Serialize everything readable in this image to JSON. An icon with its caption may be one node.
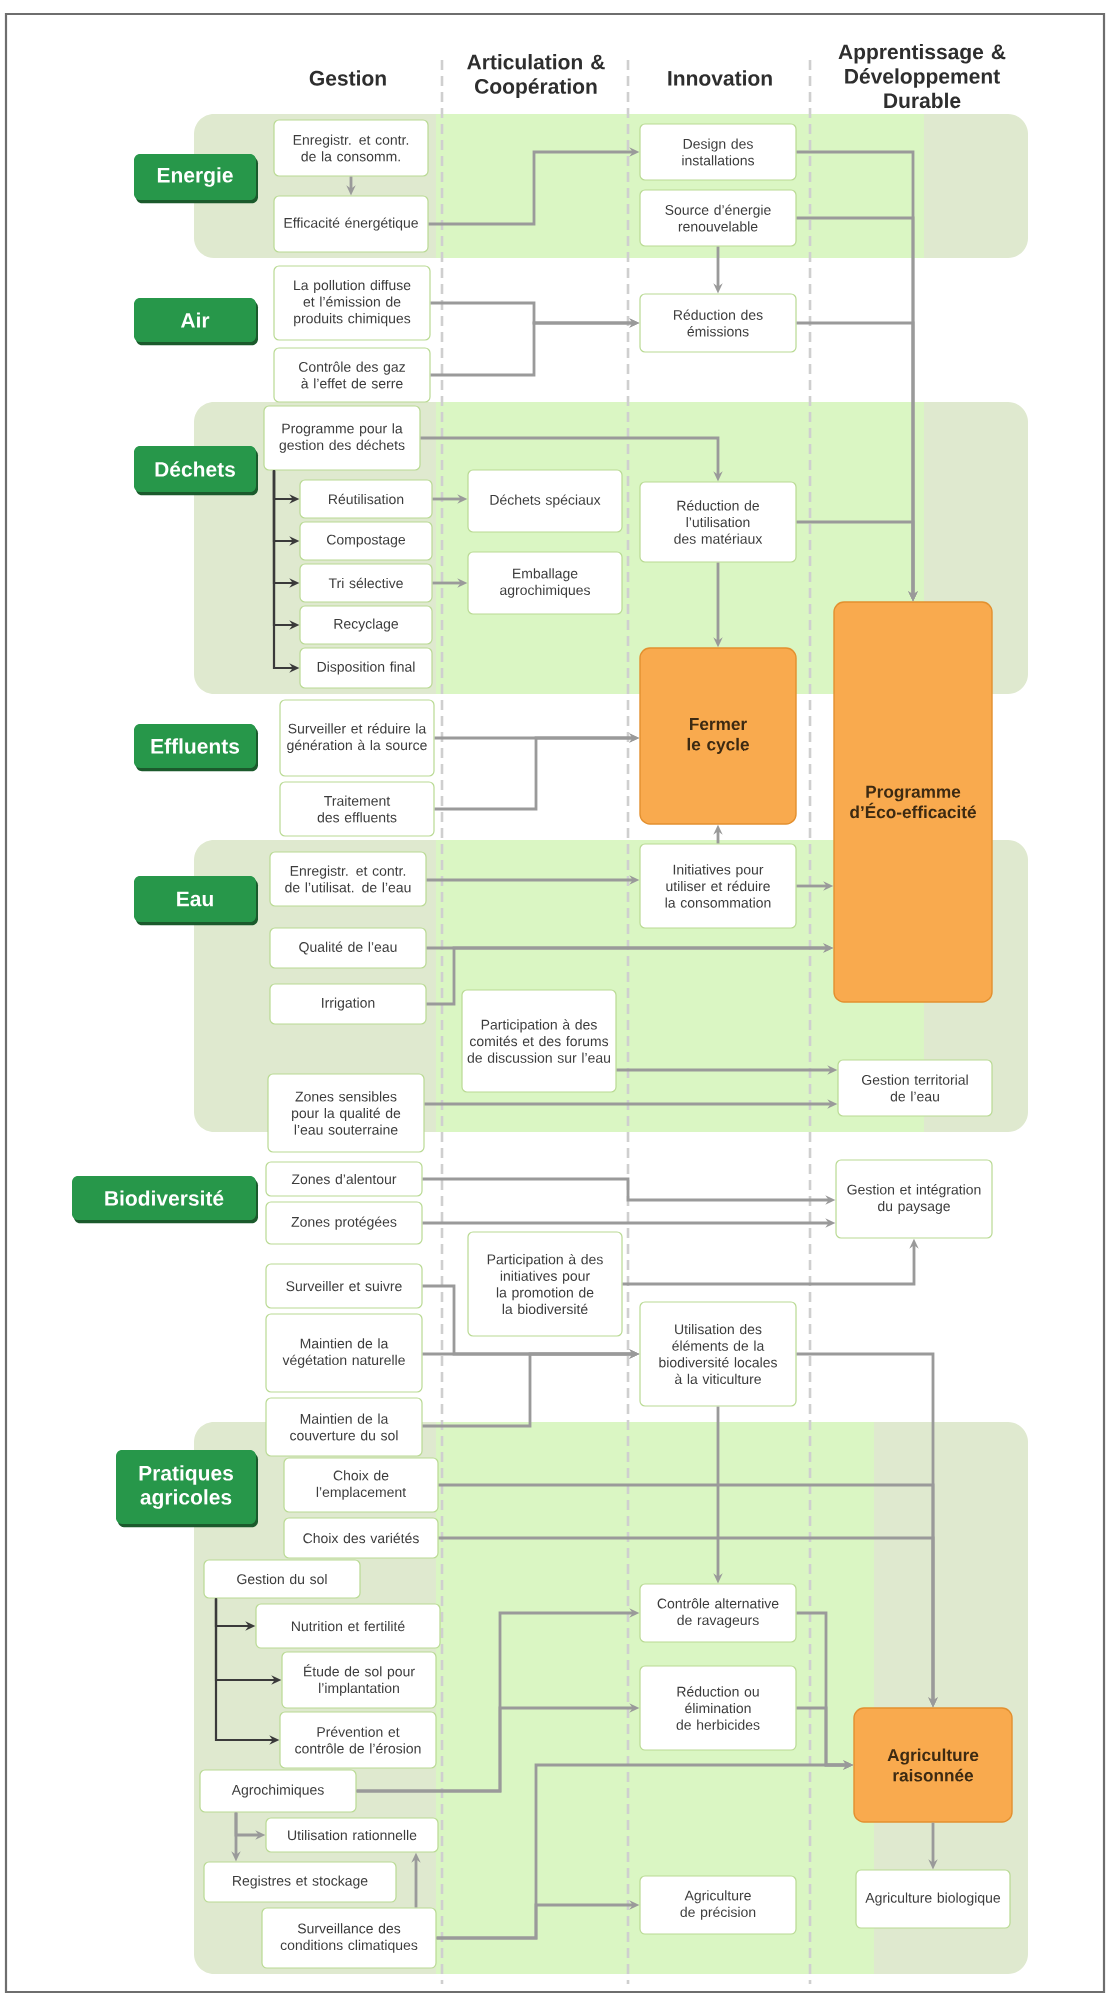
{
  "diagram": {
    "nodes": [
      {
        "text": [
          "Energie"
        ]
      },
      {
        "text": [
          "Enregistr. et contr. de la consomm."
        ]
      },
      {
        "text": [
          "Efficacité énergétique"
        ]
      },
      {
        "text": [
          "Design des installations"
        ]
      },
      {
        "text": [
          "Source d’énergie renouvelable"
        ]
      },
      {
        "text": [
          "Air"
        ]
      },
      {
        "text": [
          "La pollution diffuse et l’émission de produits chimiques"
        ]
      },
      {
        "text": [
          "Contrôle des gaz à l’effet de serre"
        ]
      },
      {
        "text": [
          "Réduction des émissions"
        ]
      },
      {
        "text": [
          "Déchets"
        ]
      },
      {
        "text": [
          "Programme pour la gestion des déchets"
        ]
      },
      {
        "text": [
          "Réutilisation"
        ]
      },
      {
        "text": [
          "Compostage"
        ]
      },
      {
        "text": [
          "Tri sélective"
        ]
      },
      {
        "text": [
          "Recyclage"
        ]
      },
      {
        "text": [
          "Disposition final"
        ]
      },
      {
        "text": [
          "Déchets spéciaux"
        ]
      },
      {
        "text": [
          "Emballage agrochimiques"
        ]
      },
      {
        "text": [
          "Réduction de l’utilisation des matériaux"
        ]
      },
      {
        "text": [
          "Fermer le cycle"
        ]
      },
      {
        "text": [
          "Programme d’Éco-efficacité"
        ]
      },
      {
        "text": [
          "Effluents"
        ]
      },
      {
        "text": [
          "Surveiller et réduire la génération à la source"
        ]
      },
      {
        "text": [
          "Traitement des effluents"
        ]
      },
      {
        "text": [
          "Eau"
        ]
      },
      {
        "text": [
          "Enregistr. et contr. de l’utilisat. de l’eau"
        ]
      },
      {
        "text": [
          "Initiatives pour utiliser et réduire la consommation"
        ]
      },
      {
        "text": [
          "Qualité de l’eau"
        ]
      },
      {
        "text": [
          "Irrigation"
        ]
      },
      {
        "text": [
          "Participation à des comités et des forums de discussion sur l’eau"
        ]
      },
      {
        "text": [
          "Zones sensibles pour la qualité de l’eau souterraine"
        ]
      },
      {
        "text": [
          "Gestion territorial de l’eau"
        ]
      },
      {
        "text": [
          "Biodiversité"
        ]
      },
      {
        "text": [
          "Zones d’alentour"
        ]
      },
      {
        "text": [
          "Gestion et intégration du paysage"
        ]
      },
      {
        "text": [
          "Zones protégées"
        ]
      },
      {
        "text": [
          "Participation à des initiatives pour la promotion de la biodiversité"
        ]
      },
      {
        "text": [
          "Surveiller et suivre"
        ]
      },
      {
        "text": [
          "Maintien de la végétation naturelle"
        ]
      },
      {
        "text": [
          "Utilisation des éléments de la biodiversité locales à la viticulture"
        ]
      },
      {
        "text": [
          "Maintien de la couverture du sol"
        ]
      },
      {
        "text": [
          "Pratiques agricoles"
        ]
      },
      {
        "text": [
          "Choix de l’emplacement"
        ]
      },
      {
        "text": [
          "Choix des variétés"
        ]
      },
      {
        "text": [
          "Gestion du sol"
        ]
      },
      {
        "text": [
          "Nutrition et fertilité"
        ]
      },
      {
        "text": [
          "Contrôle alternative de ravageurs"
        ]
      },
      {
        "text": [
          "Étude de sol pour l’implantation"
        ]
      },
      {
        "text": [
          "Réduction ou élimination de herbicides"
        ]
      },
      {
        "text": [
          "Prévention et contrôle de l’érosion"
        ]
      },
      {
        "text": [
          "Agriculture raisonnée"
        ]
      },
      {
        "text": [
          "Agrochimiques"
        ]
      },
      {
        "text": [
          "Utilisation rationnelle"
        ]
      },
      {
        "text": [
          "Registres et stockage"
        ]
      },
      {
        "text": [
          "Agriculture de précision"
        ]
      },
      {
        "text": [
          "Agriculture biologique"
        ]
      },
      {
        "text": [
          "Surveillance des conditions climatiques"
        ]
      }
    ],
    "edges": [
      {
        "from": 1,
        "to": 2,
        "arrow": "to"
      },
      {
        "from": 2,
        "to": 3,
        "arrow": "to"
      },
      {
        "from": 3,
        "to": 20,
        "arrow": "to"
      },
      {
        "from": 4,
        "to": 8,
        "arrow": "to"
      },
      {
        "from": 4,
        "to": 20,
        "arrow": "to"
      },
      {
        "from": 6,
        "to": 8,
        "arrow": "to"
      },
      {
        "from": 7,
        "to": 8,
        "arrow": "to"
      },
      {
        "from": 8,
        "to": 20,
        "arrow": "to"
      },
      {
        "from": 10,
        "to": 18,
        "arrow": "to"
      },
      {
        "from": 10,
        "to": 11,
        "arrow": "to",
        "color": "#3a3a3a"
      },
      {
        "from": 10,
        "to": 12,
        "arrow": "to",
        "color": "#3a3a3a"
      },
      {
        "from": 10,
        "to": 13,
        "arrow": "to",
        "color": "#3a3a3a"
      },
      {
        "from": 10,
        "to": 14,
        "arrow": "to",
        "color": "#3a3a3a"
      },
      {
        "from": 10,
        "to": 15,
        "arrow": "to",
        "color": "#3a3a3a"
      },
      {
        "from": 11,
        "to": 16,
        "arrow": "to"
      },
      {
        "from": 13,
        "to": 17,
        "arrow": "to"
      },
      {
        "from": 18,
        "to": 19,
        "arrow": "to"
      },
      {
        "from": 18,
        "to": 20,
        "arrow": "to"
      },
      {
        "from": 22,
        "to": 19,
        "arrow": "to"
      },
      {
        "from": 23,
        "to": 19,
        "arrow": "to"
      },
      {
        "from": 26,
        "to": 19,
        "arrow": "to"
      },
      {
        "from": 25,
        "to": 26,
        "arrow": "to"
      },
      {
        "from": 26,
        "to": 20,
        "arrow": "to"
      },
      {
        "from": 27,
        "to": 20,
        "arrow": "to"
      },
      {
        "from": 28,
        "to": 20,
        "arrow": "to"
      },
      {
        "from": 29,
        "to": 31,
        "arrow": "to"
      },
      {
        "from": 30,
        "to": 31,
        "arrow": "to"
      },
      {
        "from": 33,
        "to": 34,
        "arrow": "to"
      },
      {
        "from": 35,
        "to": 34,
        "arrow": "to"
      },
      {
        "from": 36,
        "to": 34,
        "arrow": "to"
      },
      {
        "from": 37,
        "to": 39,
        "arrow": "to"
      },
      {
        "from": 38,
        "to": 39,
        "arrow": "to"
      },
      {
        "from": 40,
        "to": 39,
        "arrow": "to"
      },
      {
        "from": 39,
        "to": 46,
        "arrow": "to"
      },
      {
        "from": 39,
        "to": 50,
        "arrow": "to"
      },
      {
        "from": 42,
        "to": 50,
        "arrow": "to"
      },
      {
        "from": 43,
        "to": 50,
        "arrow": "to"
      },
      {
        "from": 44,
        "to": 45,
        "arrow": "to",
        "color": "#3a3a3a"
      },
      {
        "from": 44,
        "to": 47,
        "arrow": "to",
        "color": "#3a3a3a"
      },
      {
        "from": 44,
        "to": 49,
        "arrow": "to",
        "color": "#3a3a3a"
      },
      {
        "from": 51,
        "to": 46,
        "arrow": "to"
      },
      {
        "from": 51,
        "to": 48,
        "arrow": "to"
      },
      {
        "from": 51,
        "to": 52,
        "arrow": "to"
      },
      {
        "from": 51,
        "to": 53,
        "arrow": "to"
      },
      {
        "from": 56,
        "to": 52,
        "arrow": "to"
      },
      {
        "from": 56,
        "to": 54,
        "arrow": "to"
      },
      {
        "from": 56,
        "to": 50,
        "arrow": "to"
      },
      {
        "from": 46,
        "to": 50,
        "arrow": "to"
      },
      {
        "from": 48,
        "to": 50,
        "arrow": "to"
      },
      {
        "from": 50,
        "to": 55,
        "arrow": "to"
      }
    ],
    "labels": [
      "Gestion",
      "Articulation & Coopération",
      "Innovation",
      "Apprentissage & Développement Durable"
    ]
  }
}
